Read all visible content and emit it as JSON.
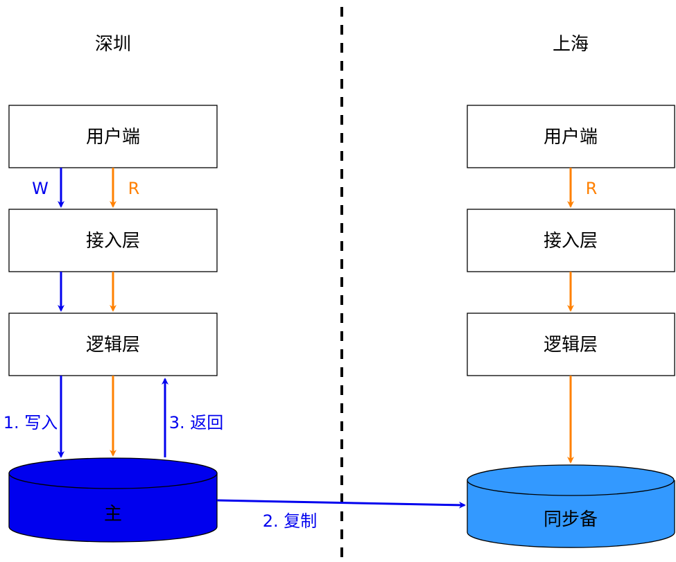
{
  "regions": {
    "left": {
      "title": "深圳"
    },
    "right": {
      "title": "上海"
    }
  },
  "left": {
    "client": "用户端",
    "access": "接入层",
    "logic": "逻辑层",
    "db": "主"
  },
  "right": {
    "client": "用户端",
    "access": "接入层",
    "logic": "逻辑层",
    "db": "同步备"
  },
  "labels": {
    "write": "W",
    "read_left": "R",
    "read_right": "R",
    "step1": "1. 写入",
    "step2": "2. 复制",
    "step3": "3. 返回"
  },
  "colors": {
    "write": "#0000EE",
    "read": "#FF8000",
    "primary_db": "#0000EE",
    "standby_db": "#3399FF",
    "divider": "#000000"
  }
}
